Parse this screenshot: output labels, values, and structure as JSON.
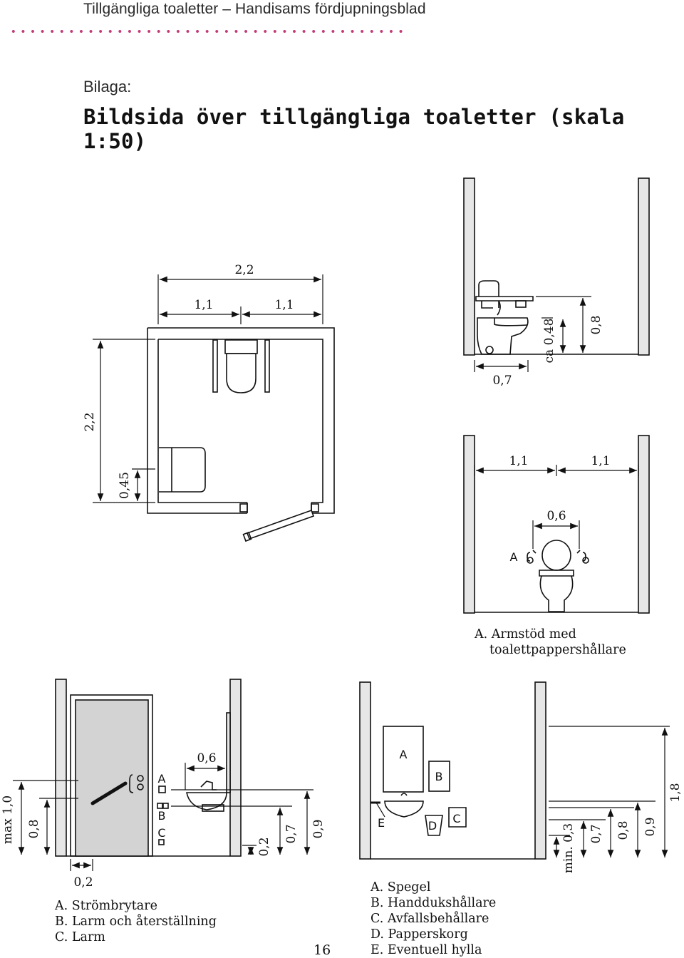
{
  "header": {
    "running_title": "Tillgängliga toaletter – Handisams fördjupningsblad",
    "subtitle": "Bilaga:",
    "title": "Bildsida över tillgängliga toaletter (skala 1:50)"
  },
  "plan": {
    "width_total": "2,2",
    "width_left": "1,1",
    "width_right": "1,1",
    "depth_total": "2,2",
    "shelf_depth": "0,45"
  },
  "side_elevation": {
    "seat_height": "ca 0,48",
    "armrest_height": "0,8",
    "front_distance": "0,7"
  },
  "front_elevation": {
    "left_space": "1,1",
    "right_space": "1,1",
    "armrest_spacing": "0,6",
    "marker_a": "A",
    "legend": [
      "A. Armstöd med",
      "toalettpappershållare"
    ]
  },
  "door_elevation": {
    "switch_max": "max 1,0",
    "switch_height": "0,8",
    "edge_distance": "0,2",
    "basin_width": "0,6",
    "under_basin": "0,2",
    "basin_lower": "0,7",
    "basin_top": "0,9",
    "markers": [
      "A",
      "B",
      "C"
    ],
    "legend": [
      "A. Strömbrytare",
      "B. Larm och återställning",
      "C. Larm"
    ]
  },
  "basin_elevation": {
    "min_height": "min. 0,3",
    "h1": "0,7",
    "h2": "0,8",
    "h3": "0,9",
    "mirror_top": "1,8",
    "markers": [
      "A",
      "B",
      "D",
      "C",
      "E"
    ],
    "legend": [
      "A. Spegel",
      "B. Handdukshållare",
      "C. Avfallsbehållare",
      "D. Papperskorg",
      "E. Eventuell hylla"
    ]
  },
  "page_number": "16"
}
